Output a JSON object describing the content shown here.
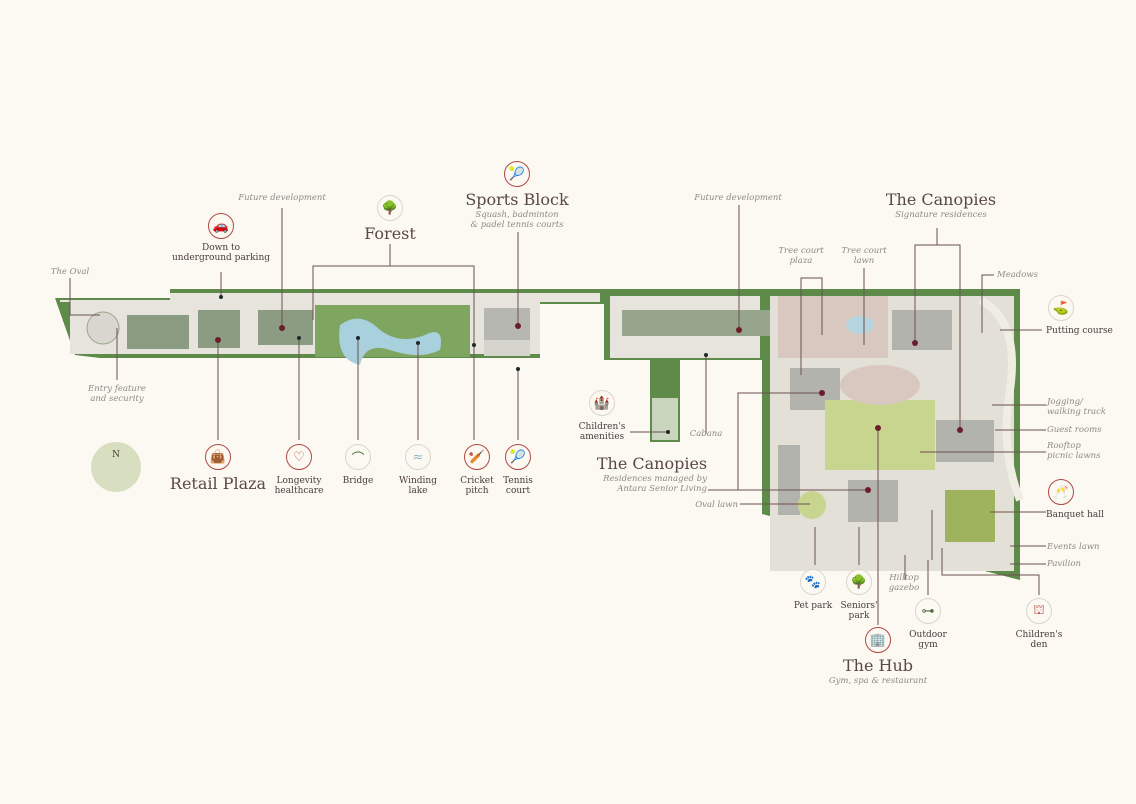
{
  "compass": {
    "label": "N"
  },
  "headings": {
    "forest": "Forest",
    "sports_block": {
      "title": "Sports Block",
      "subtitle": "Squash, badminton\n& padel tennis courts"
    },
    "retail_plaza": "Retail Plaza",
    "canopies_top": {
      "title": "The Canopies",
      "subtitle": "Signature residences"
    },
    "canopies_left": {
      "title": "The Canopies",
      "subtitle": "Residences managed by\nAntara Senior Living"
    },
    "hub": {
      "title": "The Hub",
      "subtitle": "Gym, spa & restaurant"
    }
  },
  "italic_labels": {
    "the_oval": "The Oval",
    "entry": "Entry feature\nand security",
    "future_dev_1": "Future development",
    "future_dev_2": "Future development",
    "tree_court_plaza": "Tree court\nplaza",
    "tree_court_lawn": "Tree court\nlawn",
    "meadows": "Meadows",
    "cabana": "Cabana",
    "jogging": "Jogging/\nwalking track",
    "guest_rooms": "Guest rooms",
    "rooftop": "Rooftop\npicnic lawns",
    "oval_lawn": "Oval lawn",
    "events_lawn": "Events lawn",
    "pavilion": "Pavilion",
    "hilltop": "Hilltop\ngazebo"
  },
  "amenities": {
    "parking": {
      "label": "Down to\nunderground parking",
      "icon": "car-icon"
    },
    "longevity": {
      "label": "Longevity\nhealthcare",
      "icon": "heart-stethoscope-icon"
    },
    "bridge": {
      "label": "Bridge",
      "icon": "bridge-icon"
    },
    "lake": {
      "label": "Winding\nlake",
      "icon": "lake-icon"
    },
    "cricket": {
      "label": "Cricket\npitch",
      "icon": "cricket-bat-icon"
    },
    "tennis": {
      "label": "Tennis\ncourt",
      "icon": "tennis-racket-icon"
    },
    "children_amenities": {
      "label": "Children's\namenities",
      "icon": "castle-icon"
    },
    "putting": {
      "label": "Putting course",
      "icon": "golf-icon"
    },
    "banquet": {
      "label": "Banquet hall",
      "icon": "glasses-icon"
    },
    "pet_park": {
      "label": "Pet park",
      "icon": "paw-icon"
    },
    "seniors_park": {
      "label": "Seniors'\npark",
      "icon": "tree-bench-icon"
    },
    "outdoor_gym": {
      "label": "Outdoor\ngym",
      "icon": "dumbbell-icon"
    },
    "childrens_den": {
      "label": "Children's\nden",
      "icon": "slide-icon"
    }
  },
  "colors": {
    "background": "#fbf9f1",
    "accent": "#b04a45",
    "green": "#5e8a4a",
    "lawn": "#c8d58e",
    "building": "#a8b39e"
  }
}
